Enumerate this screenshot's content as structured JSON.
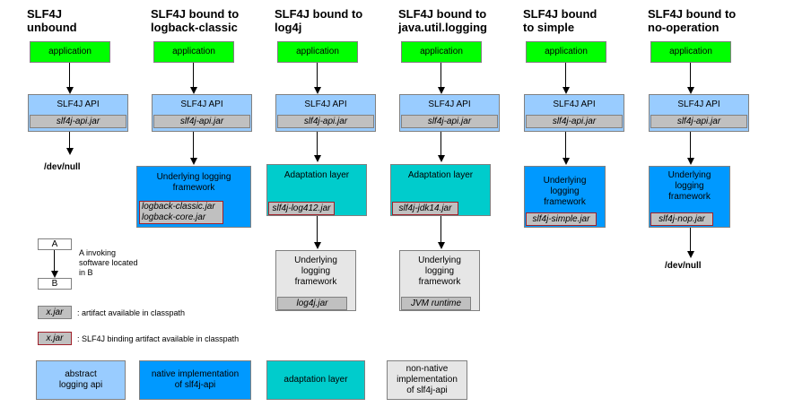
{
  "columns": [
    {
      "title": "SLF4J\nunbound",
      "app": "application",
      "api": "SLF4J API",
      "api_jar": "slf4j-api.jar",
      "end": "/dev/null"
    },
    {
      "title": "SLF4J bound to\nlogback-classic",
      "app": "application",
      "api": "SLF4J API",
      "api_jar": "slf4j-api.jar",
      "native_text": "Underlying logging\nframework",
      "native_jars": [
        "logback-classic.jar",
        "logback-core.jar"
      ]
    },
    {
      "title": "SLF4J bound to\nlog4j",
      "app": "application",
      "api": "SLF4J API",
      "api_jar": "slf4j-api.jar",
      "adapt_text": "Adaptation layer",
      "adapt_jar": "slf4j-log412.jar",
      "fw_text": "Underlying\nlogging\nframework",
      "fw_jar": "log4j.jar"
    },
    {
      "title": "SLF4J bound to\njava.util.logging",
      "app": "application",
      "api": "SLF4J API",
      "api_jar": "slf4j-api.jar",
      "adapt_text": "Adaptation layer",
      "adapt_jar": "slf4j-jdk14.jar",
      "fw_text": "Underlying\nlogging\nframework",
      "fw_jar": "JVM runtime"
    },
    {
      "title": "SLF4J bound\nto simple",
      "app": "application",
      "api": "SLF4J API",
      "api_jar": "slf4j-api.jar",
      "native_text": "Underlying\nlogging\nframework",
      "native_jar": "slf4j-simple.jar"
    },
    {
      "title": "SLF4J bound to\nno-operation",
      "app": "application",
      "api": "SLF4J API",
      "api_jar": "slf4j-api.jar",
      "native_text": "Underlying\nlogging\nframework",
      "native_jar": "slf4j-nop.jar",
      "end": "/dev/null"
    }
  ],
  "legend": {
    "a": "A",
    "b": "B",
    "invoke_text": "A invoking\nsoftware located\nin B",
    "jar_sample": "x.jar",
    "jar_desc": ": artifact available in classpath",
    "binding_sample": "x.jar",
    "binding_desc": ": SLF4J binding artifact available in classpath"
  },
  "key": {
    "abstract": "abstract\nlogging api",
    "native": "native implementation\nof slf4j-api",
    "adaptation": "adaptation layer",
    "nonnative": "non-native\nimplementation\nof slf4j-api"
  },
  "colors": {
    "application": "#00ff00",
    "abstract_api": "#99ccff",
    "native": "#0099ff",
    "adaptation": "#00cccc",
    "nonnative": "#e6e6e6",
    "jar": "#c0c0c0",
    "binding_border": "#a0202a"
  }
}
